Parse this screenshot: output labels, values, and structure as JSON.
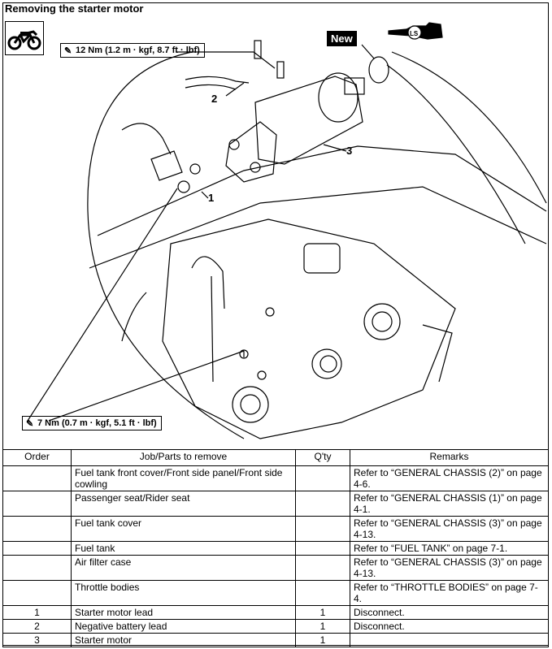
{
  "page": {
    "title": "Removing the starter motor",
    "torque_top": "12 Nm (1.2 m · kgf, 8.7 ft · lbf)",
    "torque_bottom": "7 Nm (0.7 m · kgf, 5.1 ft · lbf)",
    "new_label": "New",
    "lube_label": "LS",
    "callouts": [
      "1",
      "2",
      "3"
    ],
    "icons": [
      "motorcycle-icon",
      "wrench-icon",
      "grease-gun-icon"
    ]
  },
  "table": {
    "headers": {
      "order": "Order",
      "job": "Job/Parts to remove",
      "qty": "Q'ty",
      "remarks": "Remarks"
    },
    "rows": [
      {
        "order": "",
        "job": "Fuel tank front cover/Front side panel/Front side cowling",
        "qty": "",
        "remarks": "Refer to “GENERAL CHASSIS (2)” on page 4-6."
      },
      {
        "order": "",
        "job": "Passenger seat/Rider seat",
        "qty": "",
        "remarks": "Refer to “GENERAL CHASSIS (1)” on page 4-1."
      },
      {
        "order": "",
        "job": "Fuel tank cover",
        "qty": "",
        "remarks": "Refer to “GENERAL CHASSIS (3)” on page 4-13."
      },
      {
        "order": "",
        "job": "Fuel tank",
        "qty": "",
        "remarks": "Refer to “FUEL TANK” on page 7-1."
      },
      {
        "order": "",
        "job": "Air filter case",
        "qty": "",
        "remarks": "Refer to “GENERAL CHASSIS (3)” on page 4-13."
      },
      {
        "order": "",
        "job": "Throttle bodies",
        "qty": "",
        "remarks": "Refer to “THROTTLE BODIES” on page 7-4."
      },
      {
        "order": "1",
        "job": "Starter motor lead",
        "qty": "1",
        "remarks": "Disconnect."
      },
      {
        "order": "2",
        "job": "Negative battery lead",
        "qty": "1",
        "remarks": "Disconnect."
      },
      {
        "order": "3",
        "job": "Starter motor",
        "qty": "1",
        "remarks": ""
      }
    ]
  }
}
